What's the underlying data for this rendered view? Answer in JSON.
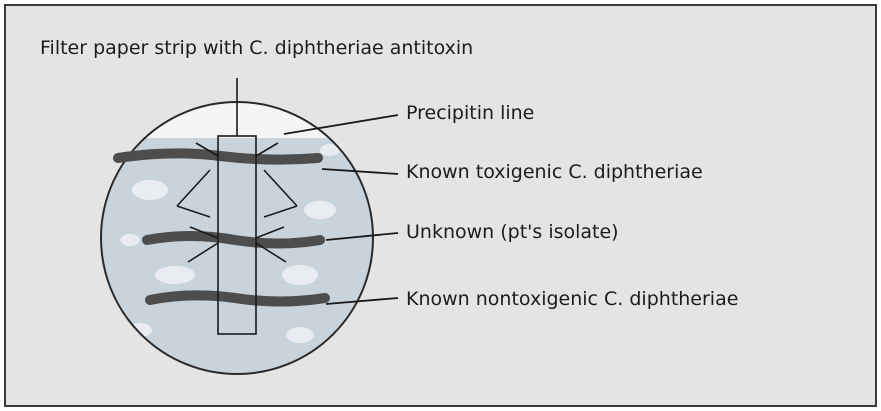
{
  "diagram": {
    "title": "Filter paper strip with C. diphtheriae antitoxin",
    "labels": {
      "precipitin_line": "Precipitin line",
      "known_toxigenic": "Known toxigenic C. diphtheriae",
      "unknown_isolate": "Unknown (pt's isolate)",
      "known_nontoxigenic": "Known nontoxigenic C. diphtheriae"
    },
    "colors": {
      "background": "#e4e4e4",
      "frame": "#3a3a3a",
      "plate_fill": "#c9d3dc",
      "plate_edge": "#2a2a2a",
      "plate_top_fill": "#f4f5f6",
      "streak": "#4d4d4d",
      "lines": "#1a1a1a"
    }
  }
}
